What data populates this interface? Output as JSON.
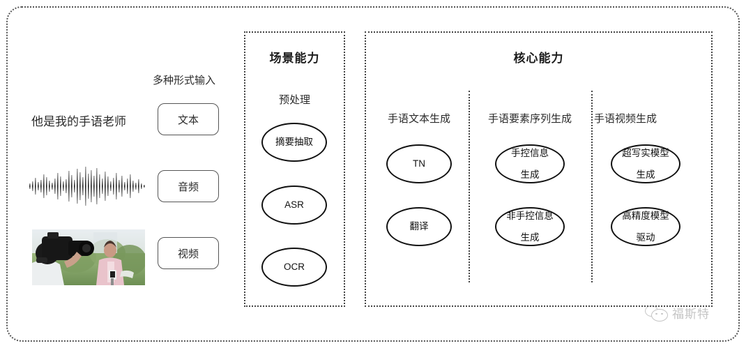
{
  "frame": {
    "border_color": "#555555"
  },
  "input_section": {
    "caption": "多种形式输入",
    "sample_text": "他是我的手语老师",
    "waveform_alt": "audio-waveform",
    "thumbnail_alt": "camera-operator-filming-reporter",
    "chips": [
      {
        "label": "文本",
        "name": "text"
      },
      {
        "label": "音频",
        "name": "audio"
      },
      {
        "label": "视频",
        "name": "video"
      }
    ]
  },
  "scene_panel": {
    "title": "场景能力",
    "group_label": "预处理",
    "nodes": [
      {
        "label": "摘要抽取"
      },
      {
        "label": "ASR"
      },
      {
        "label": "OCR"
      }
    ]
  },
  "core_panel": {
    "title": "核心能力",
    "columns": [
      {
        "header": "手语文本生成",
        "nodes": [
          {
            "line1": "TN",
            "line2": ""
          },
          {
            "line1": "翻译",
            "line2": ""
          }
        ]
      },
      {
        "header": "手语要素序列生成",
        "nodes": [
          {
            "line1": "手控信息",
            "line2": "生成"
          },
          {
            "line1": "非手控信息",
            "line2": "生成"
          }
        ]
      },
      {
        "header": "手语视频生成",
        "nodes": [
          {
            "line1": "超写实模型",
            "line2": "生成"
          },
          {
            "line1": "高精度模型",
            "line2": "驱动"
          }
        ]
      }
    ]
  },
  "watermark": {
    "text": "福斯特",
    "icon": "wechat-icon"
  }
}
